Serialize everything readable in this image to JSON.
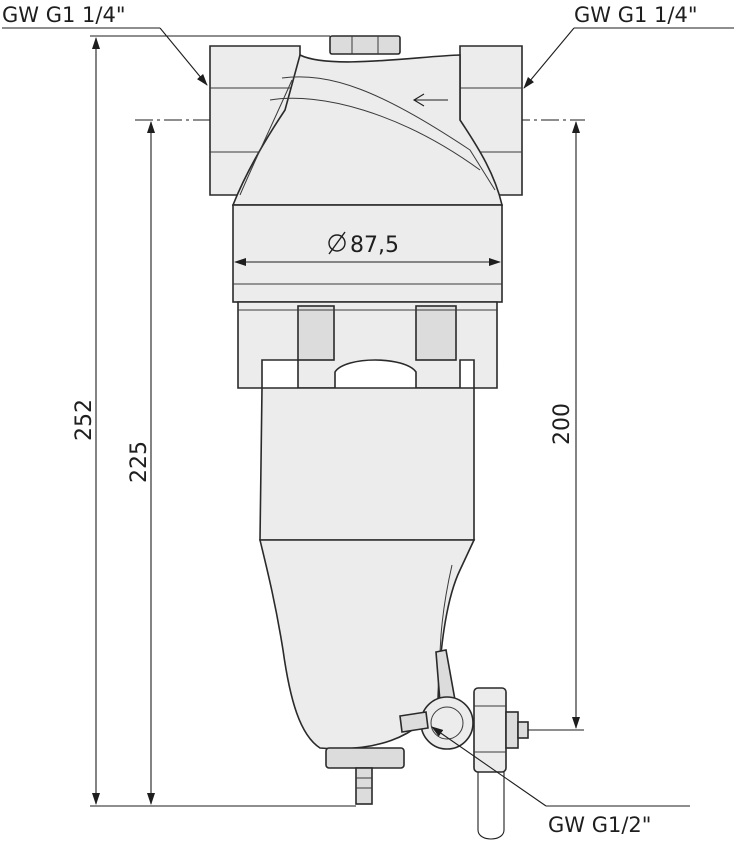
{
  "labels": {
    "inlet_thread": "GW G1 1/4\"",
    "outlet_thread": "GW G1 1/4\"",
    "drain_thread": "GW G1/2\""
  },
  "dimensions": {
    "diameter": "87,5",
    "total_height": "252",
    "height_to_axis": "225",
    "axis_to_drain": "200"
  }
}
